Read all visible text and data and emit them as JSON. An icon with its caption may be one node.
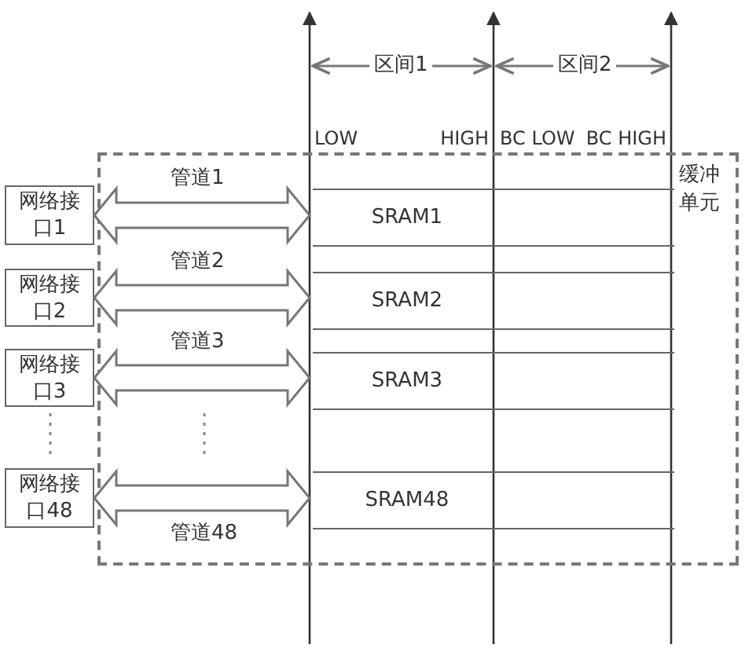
{
  "diagram": {
    "nodes": [
      {
        "text": [
          "缓冲单元"
        ]
      },
      {
        "text": [
          "网络接口1"
        ]
      },
      {
        "text": [
          "SRAM1"
        ],
        "in": 0
      },
      {
        "text": [
          "网络接口2"
        ]
      },
      {
        "text": [
          "SRAM2"
        ],
        "in": 0
      },
      {
        "text": [
          "网络接口3"
        ]
      },
      {
        "text": [
          "SRAM3"
        ],
        "in": 0
      },
      {
        "text": [
          "网络接口48"
        ]
      },
      {
        "text": [
          "SRAM48"
        ],
        "in": 0
      }
    ],
    "edges": [
      {
        "from": 1,
        "to": 2,
        "arrow": "both",
        "label": "管道1"
      },
      {
        "from": 3,
        "to": 4,
        "arrow": "both",
        "label": "管道2"
      },
      {
        "from": 5,
        "to": 6,
        "arrow": "both",
        "label": "管道3"
      },
      {
        "from": 7,
        "to": 8,
        "arrow": "both",
        "label": "管道48"
      }
    ],
    "labels": [
      "区间1",
      "区间2",
      "LOW",
      "HIGH",
      "BC LOW",
      "BC HIGH"
    ]
  }
}
